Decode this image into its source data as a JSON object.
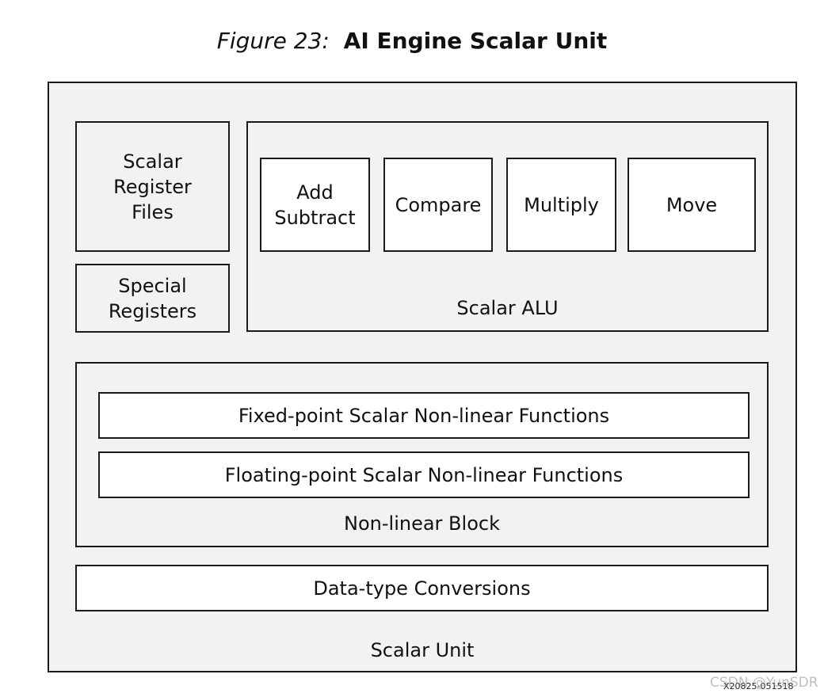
{
  "figure": {
    "prefix": "Figure 23:",
    "title": "AI Engine Scalar Unit"
  },
  "scalar_unit": {
    "label": "Scalar Unit",
    "register_files": "Scalar\nRegister\nFiles",
    "special_registers": "Special\nRegisters",
    "alu": {
      "label": "Scalar ALU",
      "ops": [
        "Add\nSubtract",
        "Compare",
        "Multiply",
        "Move"
      ]
    },
    "nonlinear": {
      "label": "Non-linear Block",
      "fixed": "Fixed-point Scalar Non-linear Functions",
      "floating": "Floating-point Scalar Non-linear Functions"
    },
    "conversions": "Data-type Conversions"
  },
  "figure_id": "X20825-051518",
  "watermark": "CSDN @YunSDR"
}
